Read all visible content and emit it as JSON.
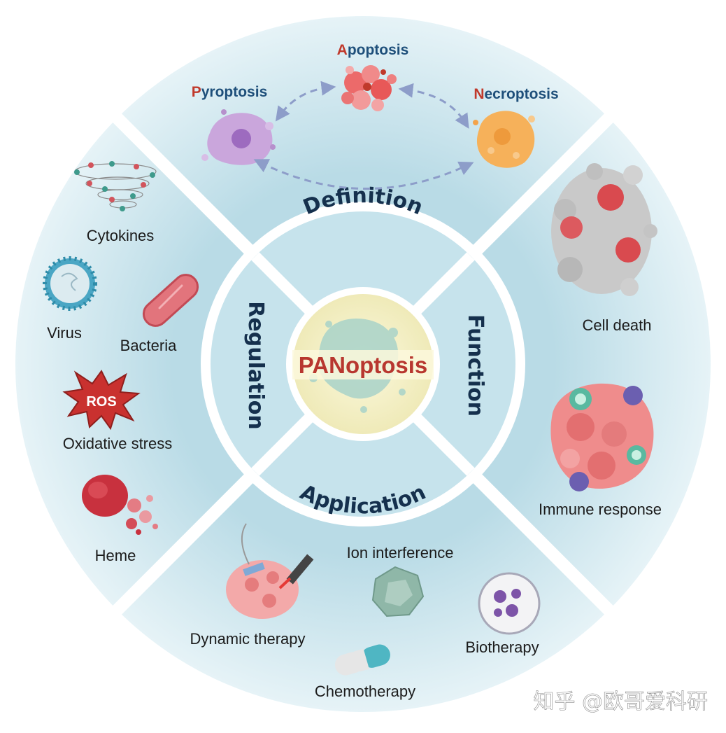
{
  "center": {
    "title": "PANoptosis"
  },
  "ring": {
    "definition": "Definition",
    "function": "Function",
    "application": "Application",
    "regulation": "Regulation"
  },
  "definition": {
    "apoptosis": {
      "first": "A",
      "rest": "poptosis"
    },
    "pyroptosis": {
      "first": "P",
      "rest": "yroptosis"
    },
    "necroptosis": {
      "first": "N",
      "rest": "ecroptosis"
    }
  },
  "regulation": {
    "cytokines": "Cytokines",
    "virus": "Virus",
    "bacteria": "Bacteria",
    "ros": "ROS",
    "oxidative_stress": "Oxidative stress",
    "heme": "Heme"
  },
  "function": {
    "cell_death": "Cell death",
    "immune_response": "Immune response"
  },
  "application": {
    "ion_interference": "Ion interference",
    "dynamic_therapy": "Dynamic therapy",
    "biotherapy": "Biotherapy",
    "chemotherapy": "Chemotherapy"
  },
  "watermark": "知乎 @欧哥爱科研",
  "colors": {
    "outer_sector": "#d4eaf1",
    "inner_ring": "#bfe0ea",
    "center_disc": "#f7f3cf",
    "title_red": "#b8372f",
    "label_blue": "#1e4f7a",
    "arrow": "#8d9dc9"
  }
}
